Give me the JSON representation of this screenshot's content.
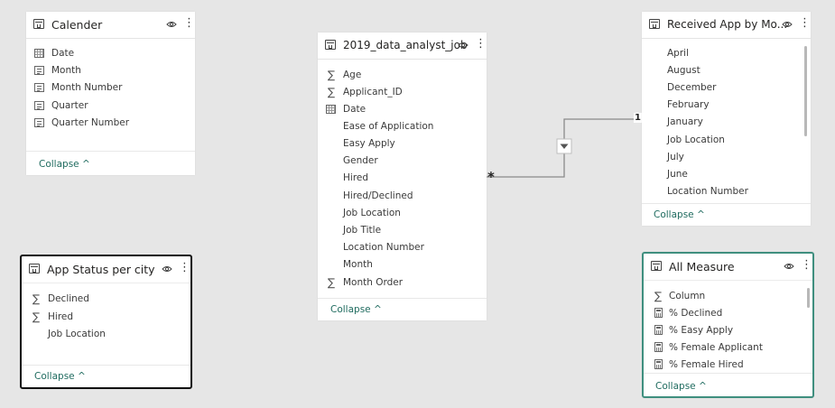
{
  "tables": {
    "calender": {
      "title": "Calender",
      "fields": [
        {
          "label": "Date",
          "icon": "calendar-icon"
        },
        {
          "label": "Month",
          "icon": "hierarchy-column-icon"
        },
        {
          "label": "Month Number",
          "icon": "hierarchy-column-icon"
        },
        {
          "label": "Quarter",
          "icon": "hierarchy-column-icon"
        },
        {
          "label": "Quarter Number",
          "icon": "hierarchy-column-icon"
        }
      ],
      "collapse": "Collapse"
    },
    "app_status": {
      "title": "App Status per city",
      "fields": [
        {
          "label": "Declined",
          "icon": "sigma-icon"
        },
        {
          "label": "Hired",
          "icon": "sigma-icon"
        },
        {
          "label": "Job Location",
          "icon": ""
        }
      ],
      "collapse": "Collapse"
    },
    "analyst_job": {
      "title": "2019_data_analyst_job",
      "fields": [
        {
          "label": "Age",
          "icon": "sigma-icon"
        },
        {
          "label": "Applicant_ID",
          "icon": "sigma-icon"
        },
        {
          "label": "Date",
          "icon": "calendar-icon"
        },
        {
          "label": "Ease of Application",
          "icon": ""
        },
        {
          "label": "Easy Apply",
          "icon": ""
        },
        {
          "label": "Gender",
          "icon": ""
        },
        {
          "label": "Hired",
          "icon": ""
        },
        {
          "label": "Hired/Declined",
          "icon": ""
        },
        {
          "label": "Job Location",
          "icon": ""
        },
        {
          "label": "Job Title",
          "icon": ""
        },
        {
          "label": "Location Number",
          "icon": ""
        },
        {
          "label": "Month",
          "icon": ""
        },
        {
          "label": "Month Order",
          "icon": "sigma-icon"
        }
      ],
      "collapse": "Collapse"
    },
    "received_app": {
      "title": "Received App by Mo...",
      "fields": [
        {
          "label": "April",
          "icon": ""
        },
        {
          "label": "August",
          "icon": ""
        },
        {
          "label": "December",
          "icon": ""
        },
        {
          "label": "February",
          "icon": ""
        },
        {
          "label": "January",
          "icon": ""
        },
        {
          "label": "Job Location",
          "icon": ""
        },
        {
          "label": "July",
          "icon": ""
        },
        {
          "label": "June",
          "icon": ""
        },
        {
          "label": "Location Number",
          "icon": ""
        }
      ],
      "collapse": "Collapse"
    },
    "all_measure": {
      "title": "All Measure",
      "fields": [
        {
          "label": "Column",
          "icon": "sigma-icon"
        },
        {
          "label": "% Declined",
          "icon": "calculator-icon"
        },
        {
          "label": "% Easy Apply",
          "icon": "calculator-icon"
        },
        {
          "label": "% Female Applicant",
          "icon": "calculator-icon"
        },
        {
          "label": "% Female Hired",
          "icon": "calculator-icon"
        }
      ],
      "collapse": "Collapse"
    }
  },
  "relationship": {
    "many_label": "*",
    "one_label": "1"
  },
  "colors": {
    "canvas": "#e6e6e6",
    "card": "#ffffff",
    "collapse_link": "#1f6b5f",
    "active_border": "#3f8f7f",
    "selected_border": "#111111"
  }
}
